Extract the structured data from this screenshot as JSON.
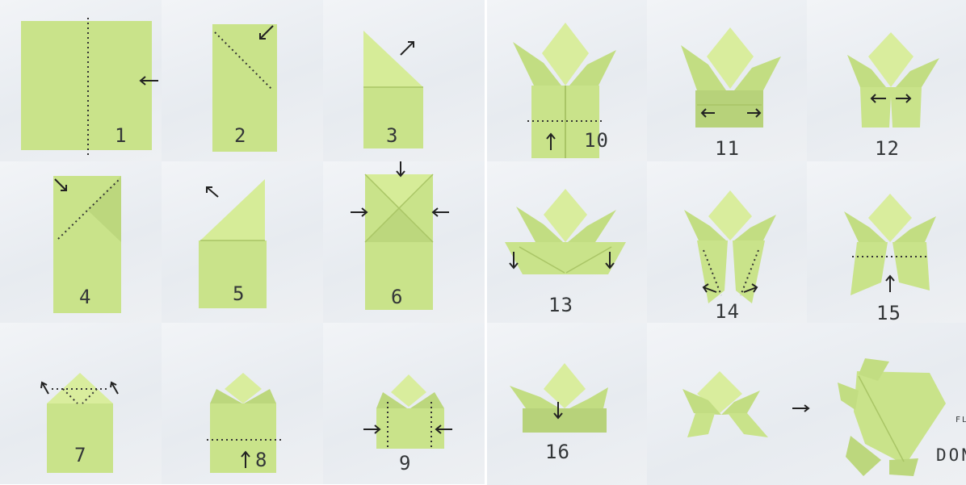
{
  "steps": {
    "s1": "1",
    "s2": "2",
    "s3": "3",
    "s4": "4",
    "s5": "5",
    "s6": "6",
    "s7": "7",
    "s8": "8",
    "s9": "9",
    "s10": "10",
    "s11": "11",
    "s12": "12",
    "s13": "13",
    "s14": "14",
    "s15": "15",
    "s16": "16"
  },
  "labels": {
    "flip": "FLIP",
    "done": "DONE!"
  },
  "colors": {
    "paper": "#c9e38a",
    "paper_light": "#dbee9f",
    "paper_shadow": "#a9c566",
    "background": "#e9ecf0",
    "ink": "#333638"
  }
}
